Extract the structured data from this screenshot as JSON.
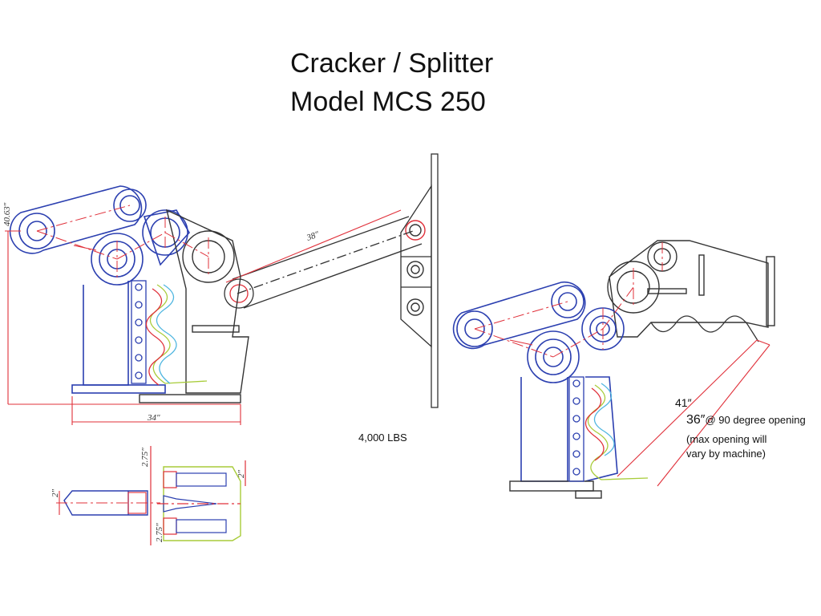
{
  "title": {
    "line1": "Cracker / Splitter",
    "line2": "Model MCS 250"
  },
  "weight": "4,000 LBS",
  "dimensions": {
    "height": "40.63″",
    "arm_length": "38″",
    "base_width": "34″",
    "max_opening": "41″",
    "tip_width": "2″",
    "side_width": "2″",
    "spacing_top": "2.75″",
    "spacing_bottom": "2.75″"
  },
  "opening": {
    "size": "36″",
    "angle": "@ 90 degree opening",
    "note_line1": "(max opening will",
    "note_line2": "vary by machine)"
  },
  "colors": {
    "outline_blue": "#2b3fb0",
    "dimension_red": "#e0303a",
    "dark_line": "#333333",
    "tooth_green": "#a8cc3a",
    "tooth_cyan": "#4fb6e0"
  }
}
